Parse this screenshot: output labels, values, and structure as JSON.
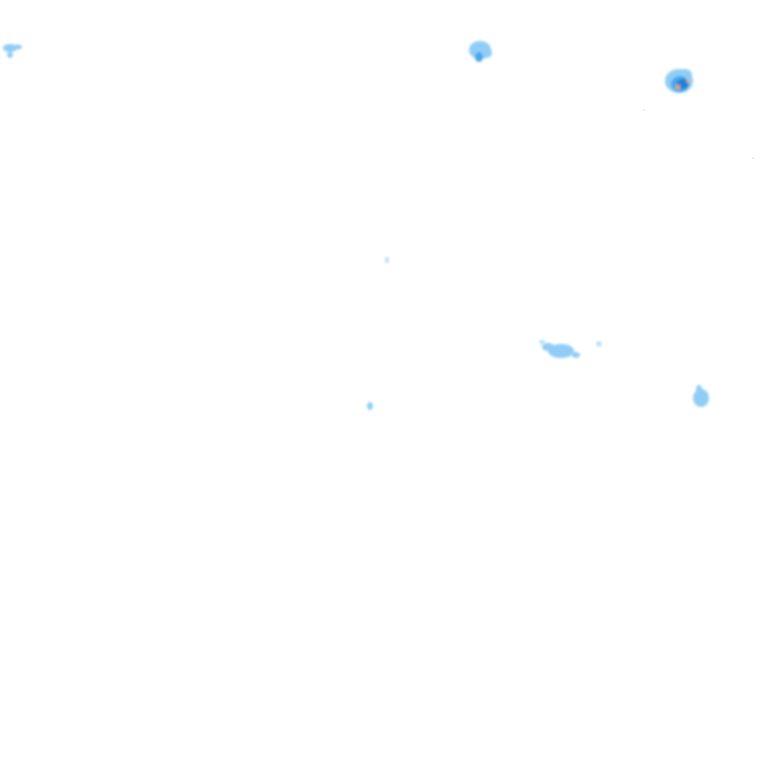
{
  "legend_colors": {
    "very_light": "#b3e0fb",
    "light": "#8fcdf6",
    "medium": "#4aa6ea",
    "heavy": "#1f7fd6",
    "core": "#f2a23a"
  },
  "precip_cells": [
    {
      "id": "far-west-cell",
      "intensity": "light"
    },
    {
      "id": "north-center-cell",
      "intensity": "medium"
    },
    {
      "id": "northeast-storm-cell",
      "intensity": "heavy",
      "has_core": true
    },
    {
      "id": "small-cell-1",
      "intensity": "very_light"
    },
    {
      "id": "east-central-cell",
      "intensity": "light"
    },
    {
      "id": "small-cell-2",
      "intensity": "very_light"
    },
    {
      "id": "east-cell",
      "intensity": "light"
    },
    {
      "id": "small-cell-3",
      "intensity": "light"
    }
  ]
}
